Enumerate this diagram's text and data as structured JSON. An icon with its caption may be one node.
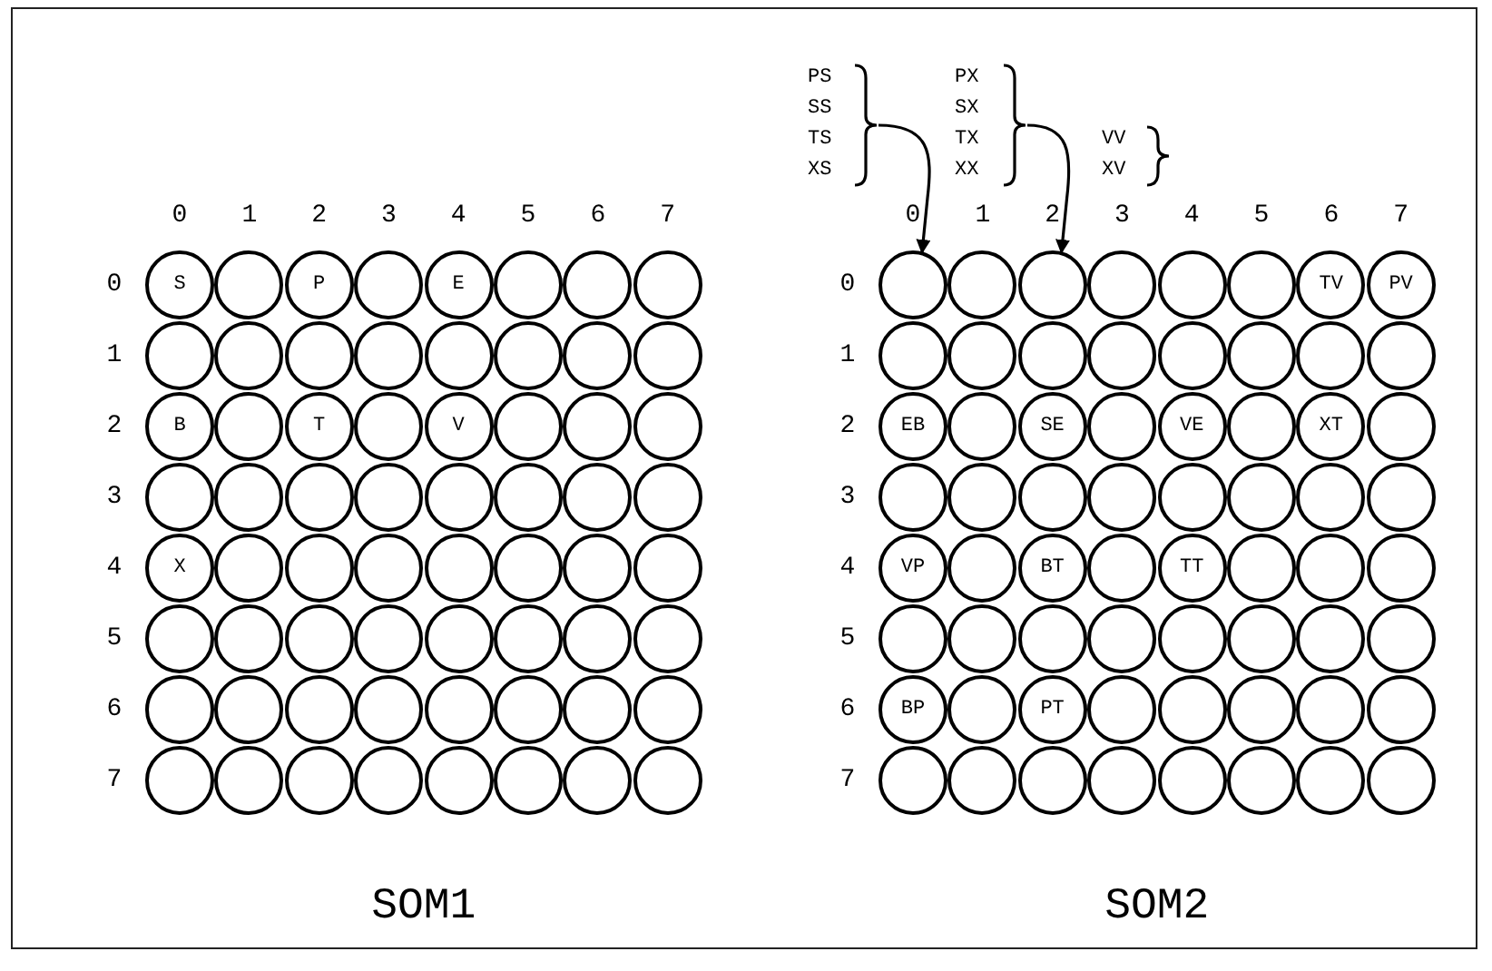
{
  "diagram": {
    "nodes": [
      {
        "text": [
          "S"
        ]
      },
      {
        "text": [],
        "shape": "circle"
      },
      {
        "text": [
          "P"
        ]
      },
      {
        "text": [],
        "shape": "circle"
      },
      {
        "text": [
          "E"
        ]
      },
      {
        "text": [],
        "shape": "circle"
      },
      {
        "text": [],
        "shape": "circle"
      },
      {
        "text": [],
        "shape": "circle"
      },
      {
        "text": [],
        "shape": "circle"
      },
      {
        "text": [],
        "shape": "circle"
      },
      {
        "text": [],
        "shape": "circle"
      },
      {
        "text": [],
        "shape": "circle"
      },
      {
        "text": [],
        "shape": "circle"
      },
      {
        "text": [],
        "shape": "circle"
      },
      {
        "text": [],
        "shape": "circle"
      },
      {
        "text": [],
        "shape": "circle"
      },
      {
        "text": [
          "B"
        ]
      },
      {
        "text": [],
        "shape": "circle"
      },
      {
        "text": [
          "T"
        ]
      },
      {
        "text": [],
        "shape": "circle"
      },
      {
        "text": [
          "V"
        ]
      },
      {
        "text": [],
        "shape": "circle"
      },
      {
        "text": [],
        "shape": "circle"
      },
      {
        "text": [],
        "shape": "circle"
      },
      {
        "text": [],
        "shape": "circle"
      },
      {
        "text": [],
        "shape": "circle"
      },
      {
        "text": [],
        "shape": "circle"
      },
      {
        "text": [],
        "shape": "circle"
      },
      {
        "text": [],
        "shape": "circle"
      },
      {
        "text": [],
        "shape": "circle"
      },
      {
        "text": [],
        "shape": "circle"
      },
      {
        "text": [],
        "shape": "circle"
      },
      {
        "text": [
          "X"
        ]
      },
      {
        "text": [],
        "shape": "circle"
      },
      {
        "text": [],
        "shape": "circle"
      },
      {
        "text": [],
        "shape": "circle"
      },
      {
        "text": [],
        "shape": "circle"
      },
      {
        "text": [],
        "shape": "circle"
      },
      {
        "text": [],
        "shape": "circle"
      },
      {
        "text": [],
        "shape": "circle"
      },
      {
        "text": [],
        "shape": "circle"
      },
      {
        "text": [],
        "shape": "circle"
      },
      {
        "text": [],
        "shape": "circle"
      },
      {
        "text": [],
        "shape": "circle"
      },
      {
        "text": [],
        "shape": "circle"
      },
      {
        "text": [],
        "shape": "circle"
      },
      {
        "text": [],
        "shape": "circle"
      },
      {
        "text": [],
        "shape": "circle"
      },
      {
        "text": [],
        "shape": "circle"
      },
      {
        "text": [],
        "shape": "circle"
      },
      {
        "text": [],
        "shape": "circle"
      },
      {
        "text": [],
        "shape": "circle"
      },
      {
        "text": [],
        "shape": "circle"
      },
      {
        "text": [],
        "shape": "circle"
      },
      {
        "text": [],
        "shape": "circle"
      },
      {
        "text": [],
        "shape": "circle"
      },
      {
        "text": [],
        "shape": "circle"
      },
      {
        "text": [],
        "shape": "circle"
      },
      {
        "text": [],
        "shape": "circle"
      },
      {
        "text": [],
        "shape": "circle"
      },
      {
        "text": [],
        "shape": "circle"
      },
      {
        "text": [],
        "shape": "circle"
      },
      {
        "text": [],
        "shape": "circle"
      },
      {
        "text": [],
        "shape": "circle"
      },
      {
        "text": [],
        "shape": "circle"
      },
      {
        "text": [],
        "shape": "circle"
      },
      {
        "text": [],
        "shape": "circle"
      },
      {
        "text": [],
        "shape": "circle"
      },
      {
        "text": [],
        "shape": "circle"
      },
      {
        "text": [],
        "shape": "circle"
      },
      {
        "text": [
          "TV"
        ]
      },
      {
        "text": [
          "PV"
        ]
      },
      {
        "text": [],
        "shape": "circle"
      },
      {
        "text": [],
        "shape": "circle"
      },
      {
        "text": [],
        "shape": "circle"
      },
      {
        "text": [],
        "shape": "circle"
      },
      {
        "text": [],
        "shape": "circle"
      },
      {
        "text": [],
        "shape": "circle"
      },
      {
        "text": [],
        "shape": "circle"
      },
      {
        "text": [],
        "shape": "circle"
      },
      {
        "text": [
          "EB"
        ]
      },
      {
        "text": [],
        "shape": "circle"
      },
      {
        "text": [
          "SE"
        ]
      },
      {
        "text": [],
        "shape": "circle"
      },
      {
        "text": [
          "VE"
        ]
      },
      {
        "text": [],
        "shape": "circle"
      },
      {
        "text": [
          "XT"
        ]
      },
      {
        "text": [],
        "shape": "circle"
      },
      {
        "text": [],
        "shape": "circle"
      },
      {
        "text": [],
        "shape": "circle"
      },
      {
        "text": [],
        "shape": "circle"
      },
      {
        "text": [],
        "shape": "circle"
      },
      {
        "text": [],
        "shape": "circle"
      },
      {
        "text": [],
        "shape": "circle"
      },
      {
        "text": [],
        "shape": "circle"
      },
      {
        "text": [],
        "shape": "circle"
      },
      {
        "text": [
          "VP"
        ]
      },
      {
        "text": [],
        "shape": "circle"
      },
      {
        "text": [
          "BT"
        ]
      },
      {
        "text": [],
        "shape": "circle"
      },
      {
        "text": [
          "TT"
        ]
      },
      {
        "text": [],
        "shape": "circle"
      },
      {
        "text": [],
        "shape": "circle"
      },
      {
        "text": [],
        "shape": "circle"
      },
      {
        "text": [],
        "shape": "circle"
      },
      {
        "text": [],
        "shape": "circle"
      },
      {
        "text": [],
        "shape": "circle"
      },
      {
        "text": [],
        "shape": "circle"
      },
      {
        "text": [],
        "shape": "circle"
      },
      {
        "text": [],
        "shape": "circle"
      },
      {
        "text": [],
        "shape": "circle"
      },
      {
        "text": [],
        "shape": "circle"
      },
      {
        "text": [
          "BP"
        ]
      },
      {
        "text": [],
        "shape": "circle"
      },
      {
        "text": [
          "PT"
        ]
      },
      {
        "text": [],
        "shape": "circle"
      },
      {
        "text": [],
        "shape": "circle"
      },
      {
        "text": [],
        "shape": "circle"
      },
      {
        "text": [],
        "shape": "circle"
      },
      {
        "text": [],
        "shape": "circle"
      },
      {
        "text": [],
        "shape": "circle"
      },
      {
        "text": [],
        "shape": "circle"
      },
      {
        "text": [],
        "shape": "circle"
      },
      {
        "text": [],
        "shape": "circle"
      },
      {
        "text": [],
        "shape": "circle"
      },
      {
        "text": [],
        "shape": "circle"
      },
      {
        "text": [],
        "shape": "circle"
      },
      {
        "text": [],
        "shape": "circle"
      },
      {
        "text": [
          "PS",
          "SS",
          "TS",
          "XS"
        ]
      },
      {
        "text": [
          "PX",
          "SX",
          "TX",
          "XX"
        ]
      },
      {
        "text": [
          "VV",
          "XV"
        ]
      }
    ],
    "edges": [
      {
        "from": 128,
        "to": 64,
        "arrow": "to"
      },
      {
        "from": 129,
        "to": 66,
        "arrow": "to"
      }
    ],
    "labels": [
      "0",
      "1",
      "2",
      "3",
      "4",
      "5",
      "6",
      "7",
      "0",
      "1",
      "2",
      "3",
      "4",
      "5",
      "6",
      "7",
      "0",
      "1",
      "2",
      "3",
      "4",
      "5",
      "6",
      "7",
      "0",
      "1",
      "2",
      "3",
      "4",
      "5",
      "6",
      "7",
      "SOM1",
      "SOM2"
    ]
  }
}
